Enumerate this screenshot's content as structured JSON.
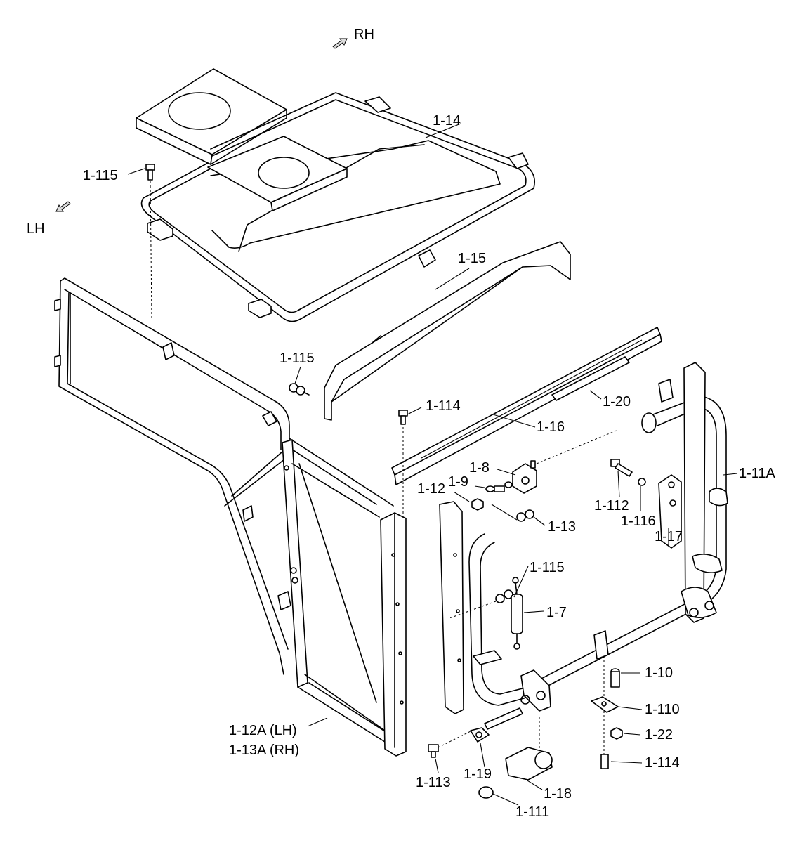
{
  "directions": {
    "rh": "RH",
    "lh": "LH"
  },
  "callouts": [
    {
      "id": "c-1-14",
      "text": "1-14"
    },
    {
      "id": "c-1-115-a",
      "text": "1-115"
    },
    {
      "id": "c-1-15",
      "text": "1-15"
    },
    {
      "id": "c-1-115-b",
      "text": "1-115"
    },
    {
      "id": "c-1-20",
      "text": "1-20"
    },
    {
      "id": "c-1-114-a",
      "text": "1-114"
    },
    {
      "id": "c-1-16",
      "text": "1-16"
    },
    {
      "id": "c-1-11a",
      "text": "1-11A"
    },
    {
      "id": "c-1-8",
      "text": "1-8"
    },
    {
      "id": "c-1-9",
      "text": "1-9"
    },
    {
      "id": "c-1-12",
      "text": "1-12"
    },
    {
      "id": "c-1-112",
      "text": "1-112"
    },
    {
      "id": "c-1-13",
      "text": "1-13"
    },
    {
      "id": "c-1-116",
      "text": "1-116"
    },
    {
      "id": "c-1-17",
      "text": "1-17"
    },
    {
      "id": "c-1-115-c",
      "text": "1-115"
    },
    {
      "id": "c-1-7",
      "text": "1-7"
    },
    {
      "id": "c-1-10",
      "text": "1-10"
    },
    {
      "id": "c-1-110",
      "text": "1-110"
    },
    {
      "id": "c-1-22",
      "text": "1-22"
    },
    {
      "id": "c-1-12a",
      "text": "1-12A (LH)"
    },
    {
      "id": "c-1-13a",
      "text": "1-13A (RH)"
    },
    {
      "id": "c-1-114-b",
      "text": "1-114"
    },
    {
      "id": "c-1-113",
      "text": "1-113"
    },
    {
      "id": "c-1-19",
      "text": "1-19"
    },
    {
      "id": "c-1-18",
      "text": "1-18"
    },
    {
      "id": "c-1-111",
      "text": "1-111"
    }
  ]
}
